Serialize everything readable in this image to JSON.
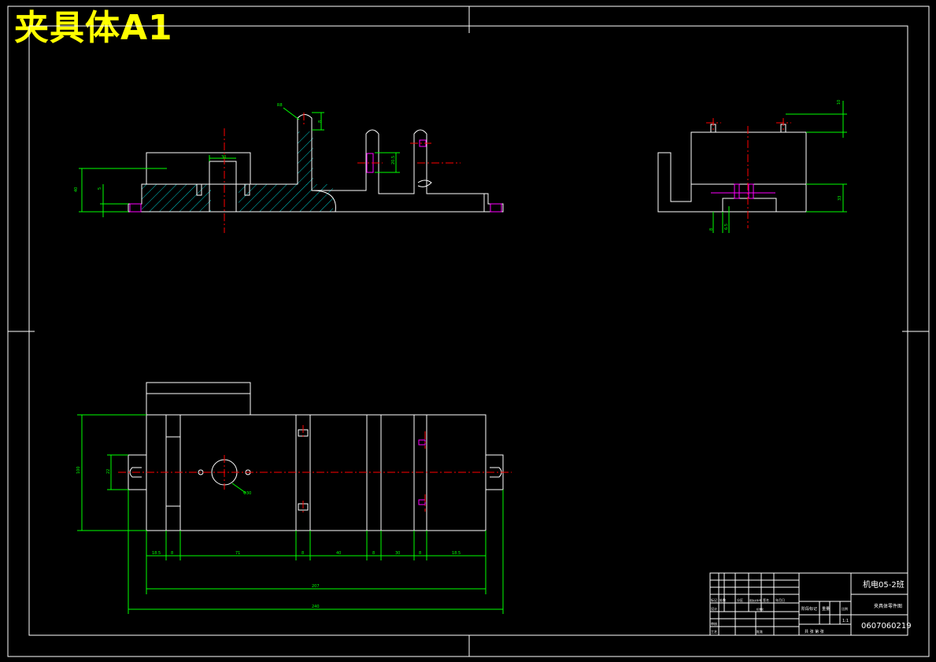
{
  "overlay_title": "夹具体A1",
  "colors": {
    "background": "#000000",
    "outline": "#ffffff",
    "dimension": "#00ff00",
    "centerline": "#ff0000",
    "hidden": "#ff00ff",
    "hatch": "#00c8c8",
    "title": "#ffff00"
  },
  "dimensions": {
    "front_height_left": "40",
    "front_step": "5",
    "front_slot_width": "30",
    "front_radius_label": "R8",
    "front_ear_height": "8",
    "front_slot_height": "20.5",
    "side_top": "10",
    "side_right": "33",
    "side_bottom_left": "8",
    "side_bottom_mid": "6.5",
    "plan_height": "100",
    "plan_slot": "22",
    "plan_hole": "Φ30",
    "plan_dim_1": "18.5",
    "plan_dim_2": "8",
    "plan_dim_3": "71",
    "plan_dim_4": "8",
    "plan_dim_5": "40",
    "plan_dim_6": "8",
    "plan_dim_7": "30",
    "plan_dim_8": "8",
    "plan_dim_9": "18.5",
    "plan_total_inner": "207",
    "plan_total_outer": "240"
  },
  "title_block": {
    "drawing_no": "机电05-2班",
    "part_name": "夹具体零件图",
    "student_no": "0607060219",
    "scale": "1:1",
    "label_stage": "阶段标记",
    "label_weight": "重量",
    "label_scale": "比例",
    "label_mark": "标记",
    "label_count": "处数",
    "label_zone": "分区",
    "label_change_doc": "更改文件号",
    "label_sign": "签名",
    "label_date": "年月日",
    "label_design": "设计",
    "label_standard": "标准化",
    "label_review": "审核",
    "label_process": "工艺",
    "label_approve": "批准",
    "label_sheets": "共 张 第 张"
  }
}
